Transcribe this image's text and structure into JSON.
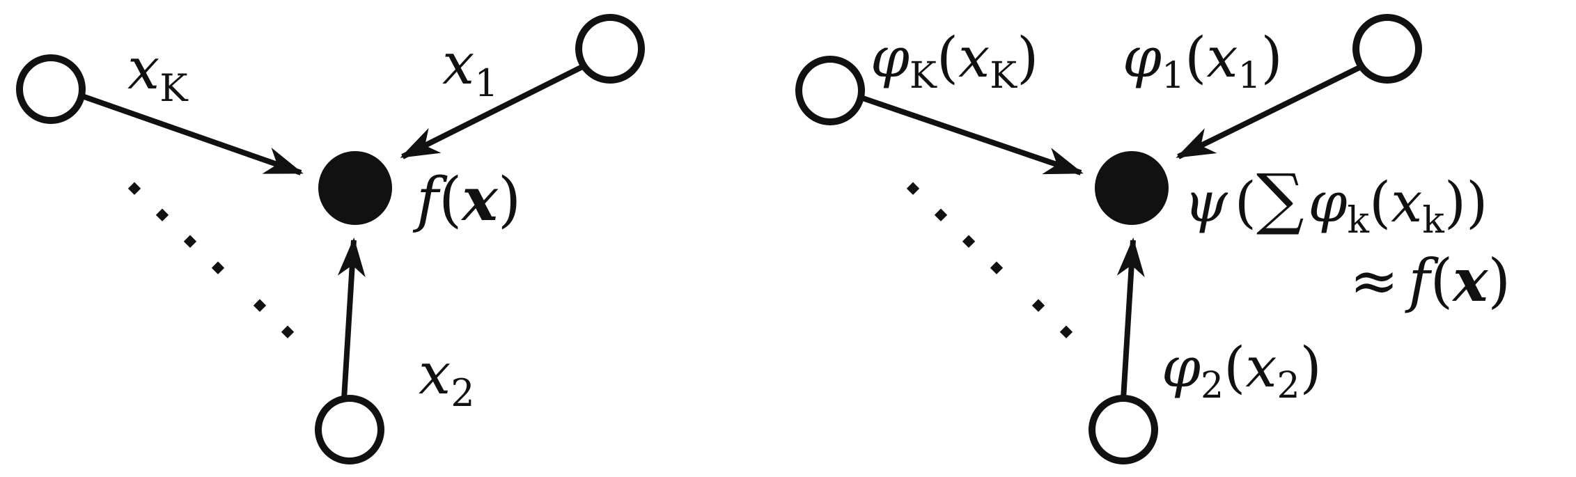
{
  "colors": {
    "ink": "#111111",
    "open_node_fill": "#ffffff",
    "background": "#ffffff"
  },
  "left": {
    "input_labels": {
      "xK": {
        "base": "x",
        "sub": "K"
      },
      "x1": {
        "base": "x",
        "sub": "1"
      },
      "x2": {
        "base": "x",
        "sub": "2"
      }
    },
    "output_label": {
      "f": "f",
      "open": "(",
      "x": "x",
      "close": ")"
    }
  },
  "right": {
    "edge_labels": {
      "phiK": {
        "phi": "φ",
        "sub": "K",
        "open": "(",
        "x": "x",
        "xsub": "K",
        "close": ")"
      },
      "phi1": {
        "phi": "φ",
        "sub": "1",
        "open": "(",
        "x": "x",
        "xsub": "1",
        "close": ")"
      },
      "phi2": {
        "phi": "φ",
        "sub": "2",
        "open": "(",
        "x": "x",
        "xsub": "2",
        "close": ")"
      }
    },
    "output_label": {
      "psi": "ψ",
      "open": "(",
      "sum": "∑",
      "phi": "φ",
      "phisub": "k",
      "open2": "(",
      "x": "x",
      "xsub": "k",
      "close": "))"
    },
    "approx_label": {
      "approx": "≈",
      "f": "f",
      "open": "(",
      "x": "x",
      "close": ")"
    }
  }
}
